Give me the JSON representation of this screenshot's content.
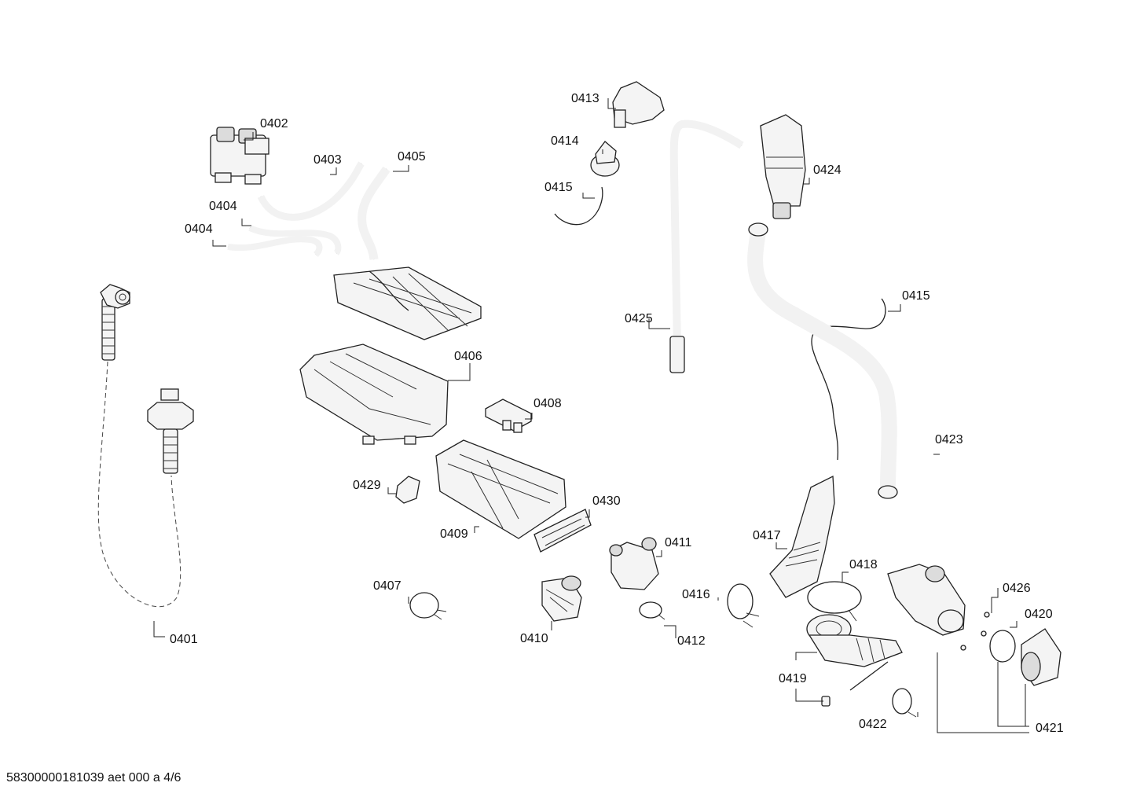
{
  "diagram": {
    "part_labels": {
      "p0401": "0401",
      "p0402": "0402",
      "p0403": "0403",
      "p0404a": "0404",
      "p0404b": "0404",
      "p0405": "0405",
      "p0406": "0406",
      "p0407": "0407",
      "p0408": "0408",
      "p0409": "0409",
      "p0410": "0410",
      "p0411": "0411",
      "p0412": "0412",
      "p0413": "0413",
      "p0414": "0414",
      "p0415a": "0415",
      "p0415b": "0415",
      "p0416": "0416",
      "p0417": "0417",
      "p0418": "0418",
      "p0419": "0419",
      "p0420": "0420",
      "p0421": "0421",
      "p0422": "0422",
      "p0423": "0423",
      "p0424": "0424",
      "p0425": "0425",
      "p0426": "0426",
      "p0429": "0429",
      "p0430": "0430"
    }
  },
  "footer": {
    "document_code": "58300000181039 aet 000 a 4/6"
  }
}
